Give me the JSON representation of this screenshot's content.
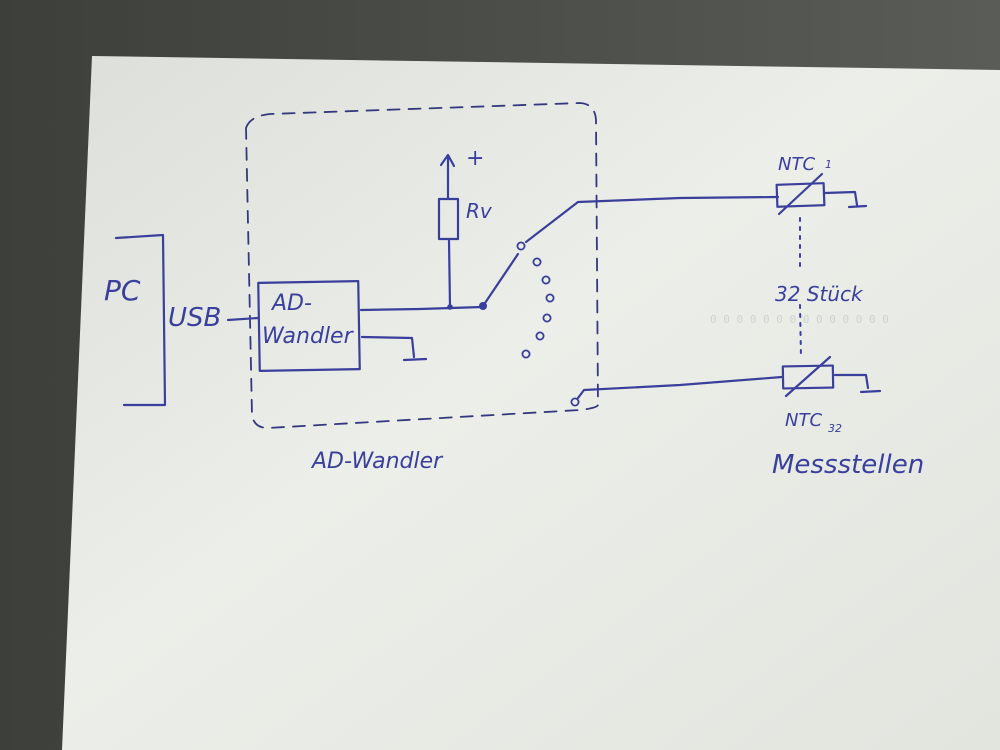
{
  "diagram": {
    "pc_label": "PC",
    "usb_label": "USB",
    "adc_box_line1": "AD-",
    "adc_box_line2": "Wandler",
    "resistor_label": "Rv",
    "supply_label": "+",
    "ntc_top_label": "NTC",
    "ntc_top_index": "1",
    "ntc_bottom_label": "NTC",
    "ntc_bottom_index": "32",
    "count_label": "32 Stück",
    "enclosure_label": "AD-Wandler",
    "sensors_label": "Messstellen"
  },
  "colors": {
    "ink": "#3b3f9c",
    "paper": "#e9ebe6",
    "background": "#4a4c47"
  }
}
